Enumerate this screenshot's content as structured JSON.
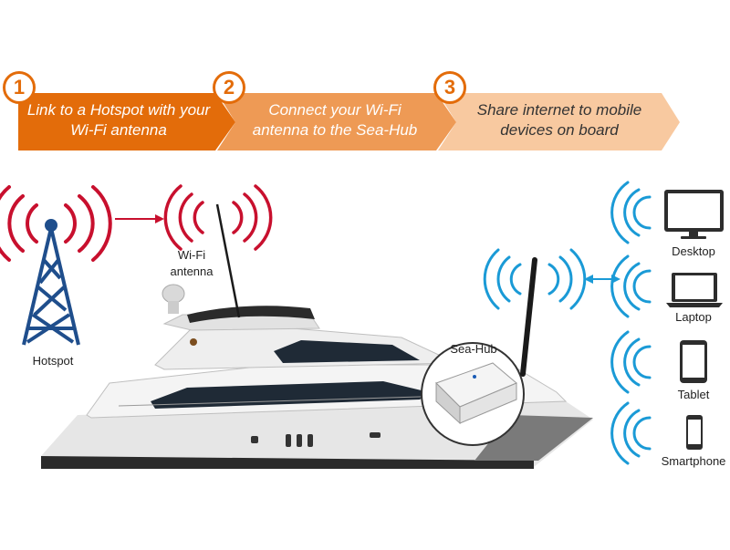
{
  "steps": [
    {
      "number": "1",
      "text": "Link to a Hotspot with your Wi-Fi antenna",
      "color": "#e36c0a"
    },
    {
      "number": "2",
      "text": "Connect your Wi-Fi antenna to the Sea-Hub",
      "color": "#ee9a55"
    },
    {
      "number": "3",
      "text": "Share internet to mobile devices on board",
      "color": "#f8c9a0"
    }
  ],
  "labels": {
    "hotspot": "Hotspot",
    "wifi_antenna": "Wi-Fi antenna",
    "sea_hub": "Sea-Hub",
    "desktop": "Desktop",
    "laptop": "Laptop",
    "tablet": "Tablet",
    "smartphone": "Smartphone"
  },
  "colors": {
    "signal_red": "#c8102e",
    "signal_blue": "#1a9ad6",
    "tower_blue": "#1f4e8c",
    "arrow_orange": "#e36c0a"
  }
}
